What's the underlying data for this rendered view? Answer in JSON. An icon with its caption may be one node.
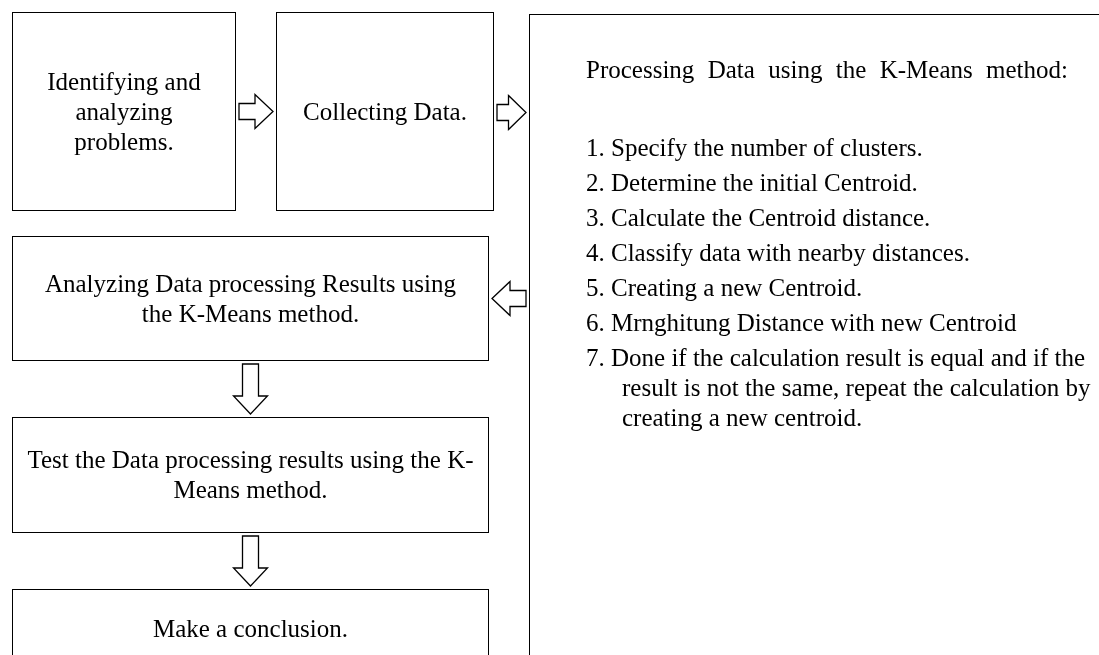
{
  "diagram": {
    "nodes": [
      {
        "text": [
          "Identifying and analyzing problems."
        ]
      },
      {
        "text": [
          "Collecting Data."
        ]
      },
      {
        "text": [
          "Processing Data using the K-Means method:",
          "1. Specify the number of clusters.",
          "2. Determine the initial Centroid.",
          "3. Calculate the Centroid distance.",
          "4. Classify data with nearby distances.",
          "5. Creating a new Centroid.",
          "6. Mrnghitung Distance with new Centroid",
          "7. Done if the calculation result is equal and if the result is not the same, repeat the calculation by creating a new centroid."
        ]
      },
      {
        "text": [
          "Analyzing Data processing Results using the K-Means method."
        ]
      },
      {
        "text": [
          "Test the Data processing results using the K-Means method."
        ]
      },
      {
        "text": [
          "Make a conclusion."
        ]
      }
    ],
    "edges": [
      {
        "from": 0,
        "to": 1,
        "arrow": "to"
      },
      {
        "from": 1,
        "to": 2,
        "arrow": "to"
      },
      {
        "from": 2,
        "to": 3,
        "arrow": "to"
      },
      {
        "from": 3,
        "to": 4,
        "arrow": "to"
      },
      {
        "from": 4,
        "to": 5,
        "arrow": "to"
      }
    ]
  }
}
